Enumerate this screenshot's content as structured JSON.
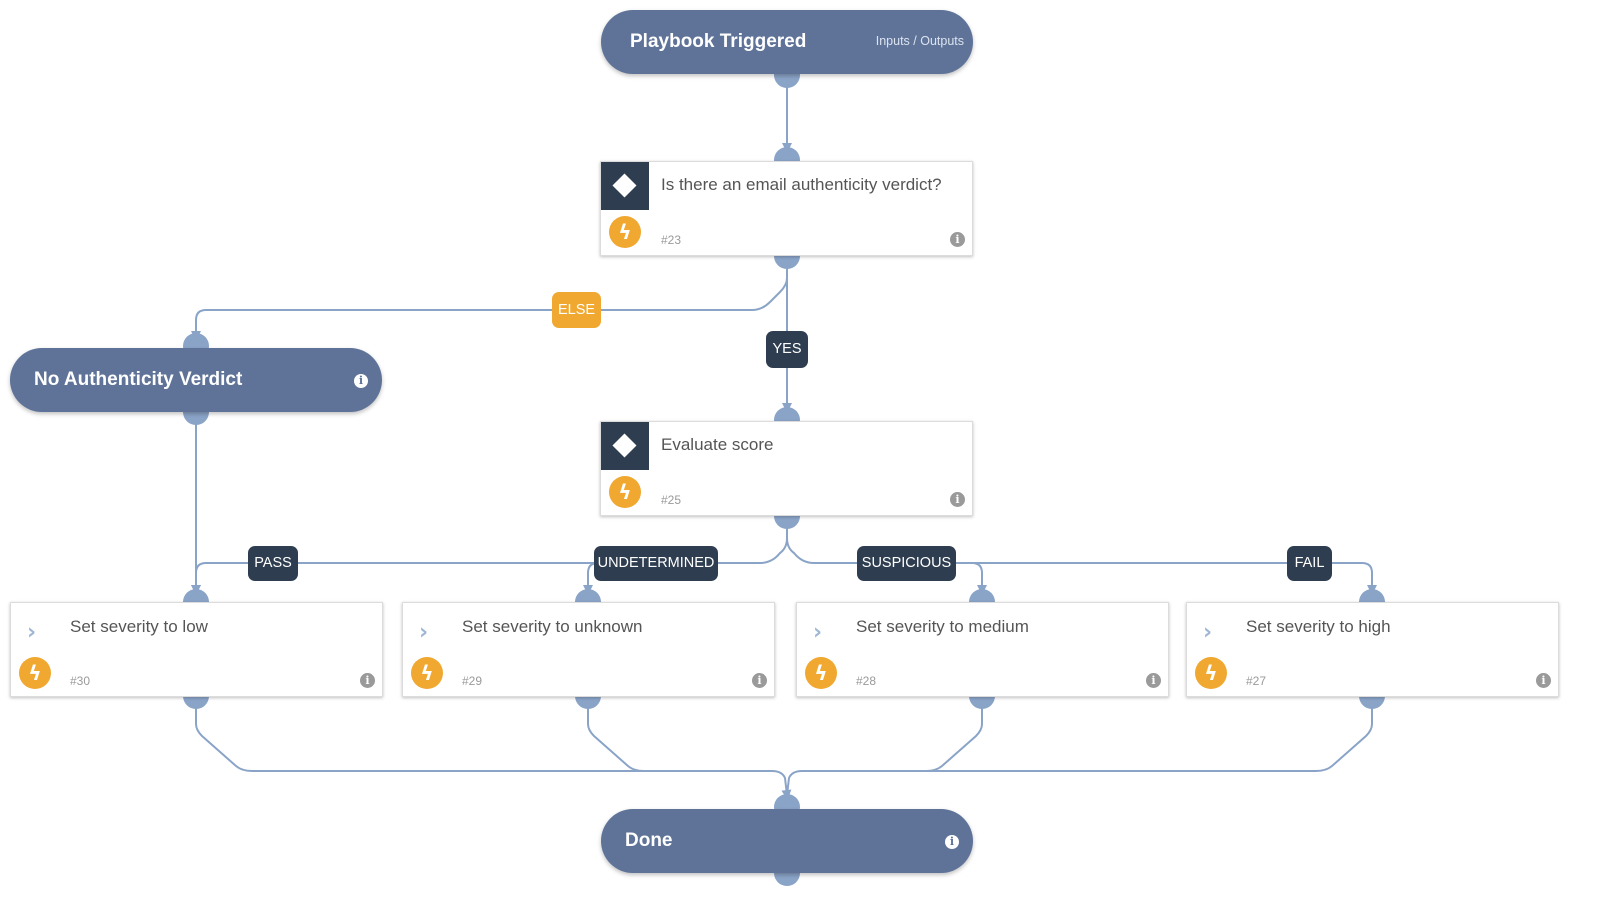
{
  "start": {
    "title": "Playbook Triggered",
    "io_label": "Inputs / Outputs"
  },
  "tasks": {
    "t23": {
      "title": "Is there an email authenticity verdict?",
      "number": "#23"
    },
    "t25": {
      "title": "Evaluate score",
      "number": "#25"
    },
    "no_verdict": {
      "title": "No Authenticity Verdict"
    },
    "t30": {
      "title": "Set severity to low",
      "number": "#30"
    },
    "t29": {
      "title": "Set severity to unknown",
      "number": "#29"
    },
    "t28": {
      "title": "Set severity to medium",
      "number": "#28"
    },
    "t27": {
      "title": "Set severity to high",
      "number": "#27"
    },
    "done": {
      "title": "Done"
    }
  },
  "branch_labels": {
    "else": "ELSE",
    "yes": "YES",
    "pass": "PASS",
    "undetermined": "UNDETERMINED",
    "suspicious": "SUSPICIOUS",
    "fail": "FAIL"
  },
  "colors": {
    "terminal_node": "#5f7399",
    "condition_icon_bg": "#2e3e50",
    "automation_icon": "#f0a830",
    "connector": "#8aa4c8",
    "label_dark": "#2e3e50",
    "label_else": "#f0a830"
  },
  "icons": {
    "condition": "diamond-icon",
    "automation": "lightning-bolt-icon",
    "action": "chevron-right-icon",
    "info": "info-icon"
  }
}
